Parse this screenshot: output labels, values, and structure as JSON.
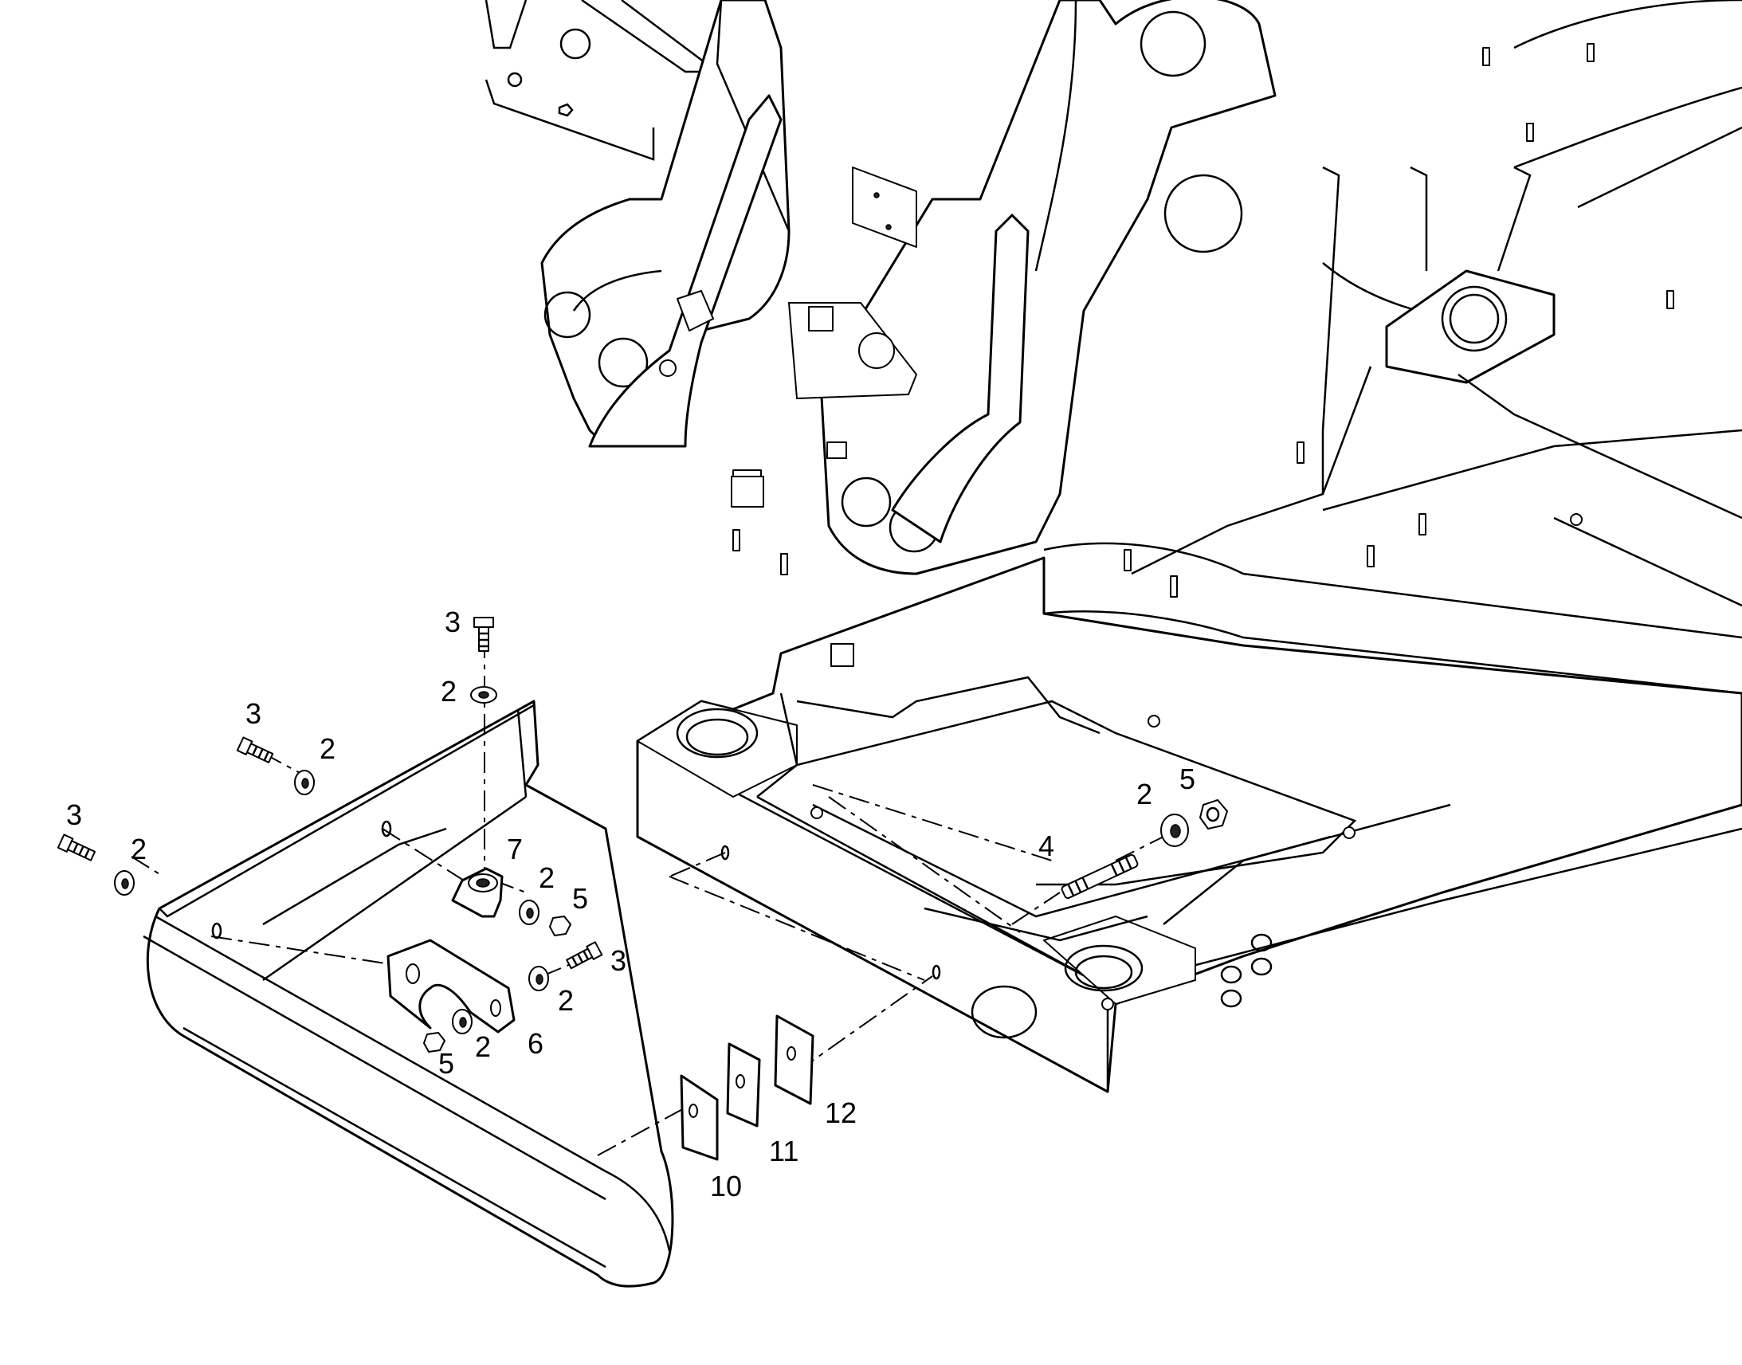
{
  "diagram": {
    "type": "exploded-parts-drawing",
    "labels": [
      {
        "id": "lbl-3-top",
        "text": "3"
      },
      {
        "id": "lbl-2-top",
        "text": "2"
      },
      {
        "id": "lbl-3-mid",
        "text": "3"
      },
      {
        "id": "lbl-2-mid",
        "text": "2"
      },
      {
        "id": "lbl-3-left",
        "text": "3"
      },
      {
        "id": "lbl-2-left",
        "text": "2"
      },
      {
        "id": "lbl-7",
        "text": "7"
      },
      {
        "id": "lbl-2-bracket7",
        "text": "2"
      },
      {
        "id": "lbl-5-bracket7",
        "text": "5"
      },
      {
        "id": "lbl-3-right-bracket6",
        "text": "3"
      },
      {
        "id": "lbl-2-right-bracket6",
        "text": "2"
      },
      {
        "id": "lbl-2-bottom-bracket6",
        "text": "2"
      },
      {
        "id": "lbl-5-bottom-bracket6",
        "text": "5"
      },
      {
        "id": "lbl-6",
        "text": "6"
      },
      {
        "id": "lbl-4",
        "text": "4"
      },
      {
        "id": "lbl-2-stud",
        "text": "2"
      },
      {
        "id": "lbl-5-stud",
        "text": "5"
      },
      {
        "id": "lbl-10",
        "text": "10"
      },
      {
        "id": "lbl-11",
        "text": "11"
      },
      {
        "id": "lbl-12",
        "text": "12"
      }
    ]
  }
}
